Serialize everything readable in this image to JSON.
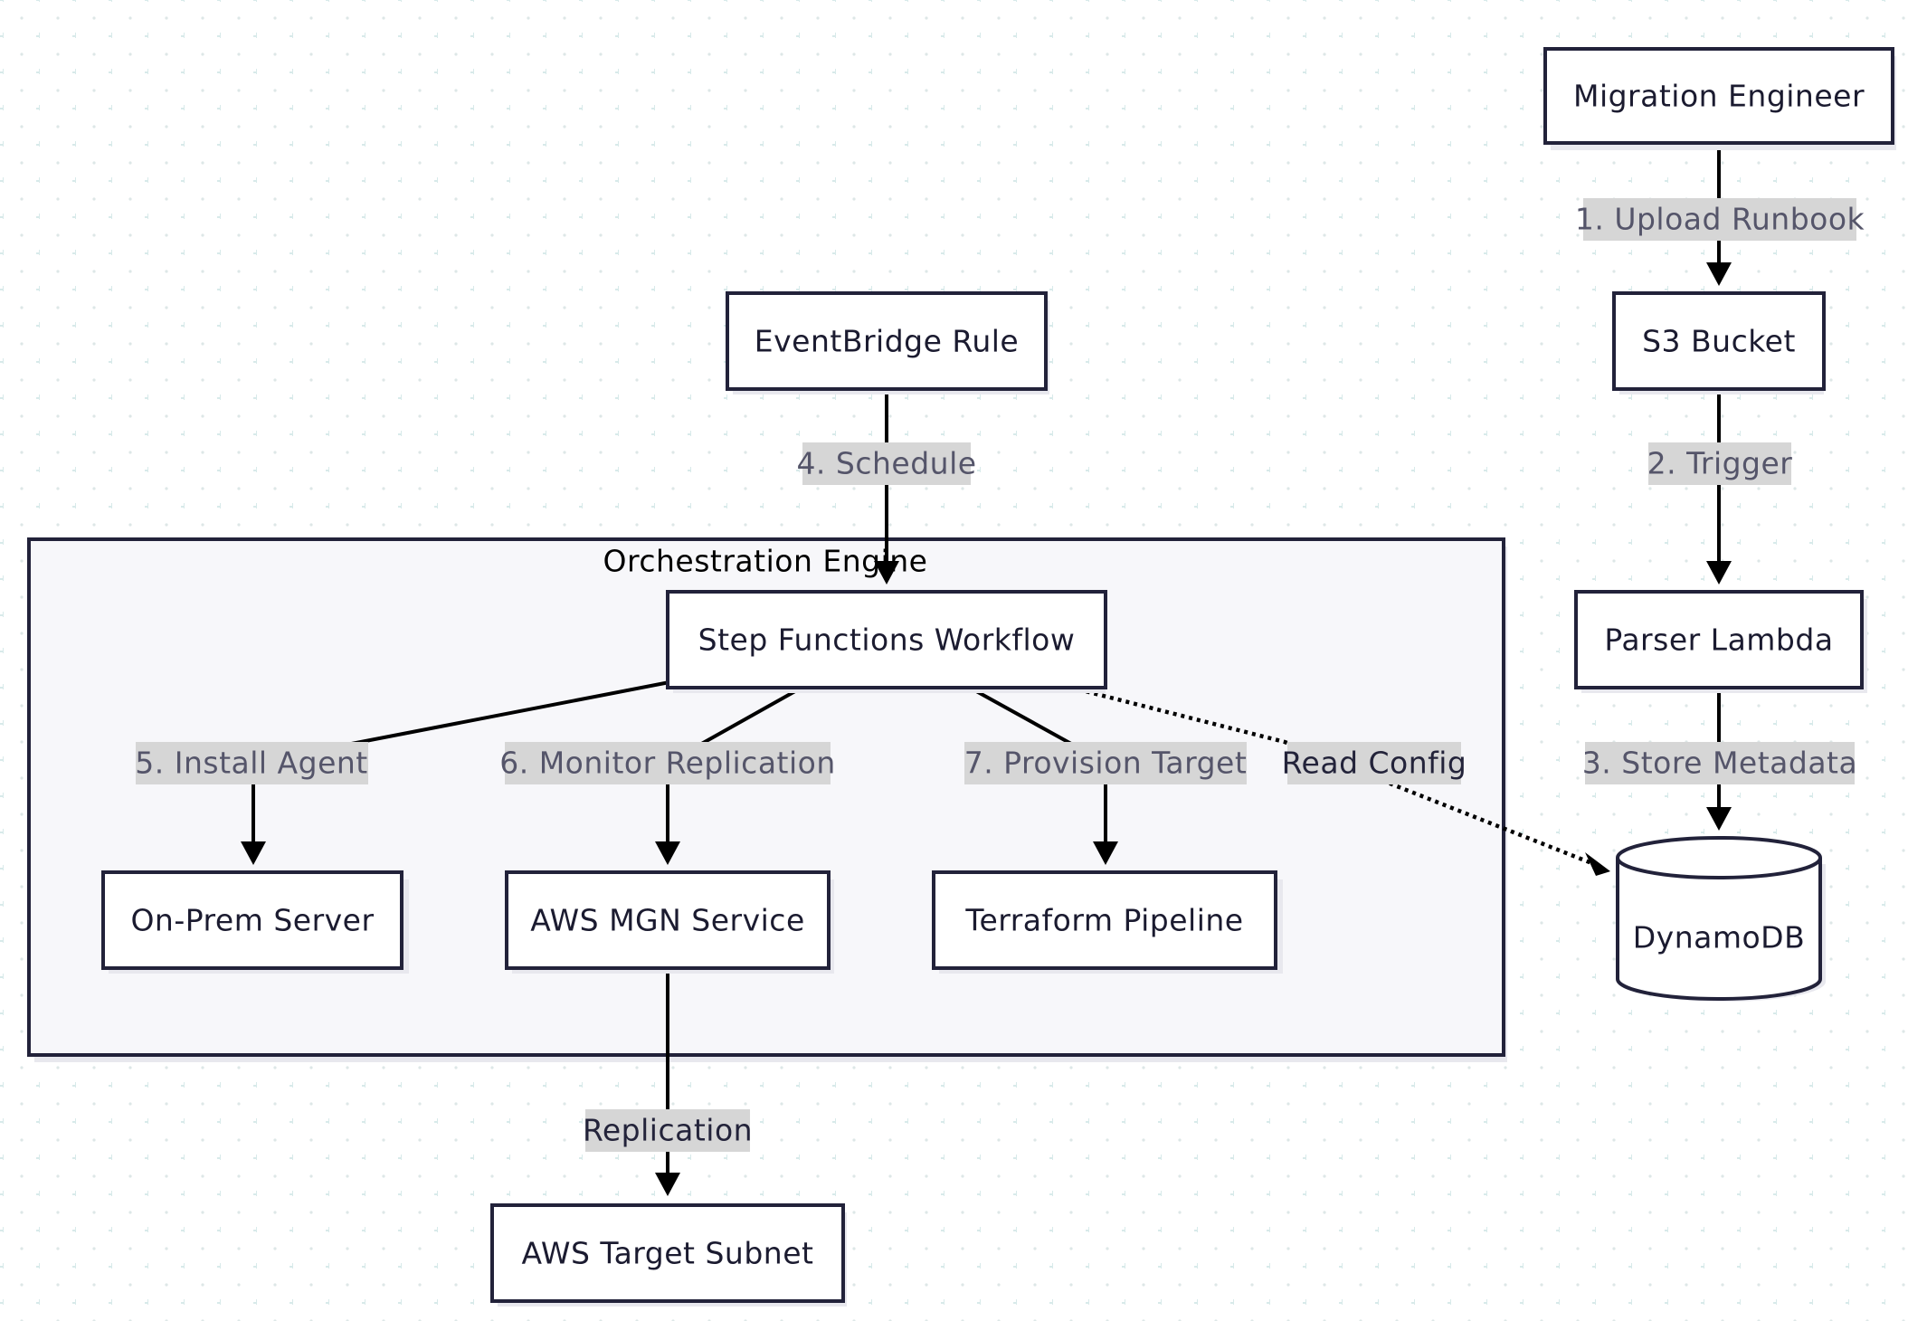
{
  "diagram": {
    "cluster": {
      "title": "Orchestration Engine"
    },
    "nodes": {
      "migration_engineer": "Migration Engineer",
      "s3_bucket": "S3 Bucket",
      "eventbridge_rule": "EventBridge Rule",
      "parser_lambda": "Parser Lambda",
      "step_functions": "Step Functions Workflow",
      "dynamodb": "DynamoDB",
      "on_prem_server": "On-Prem Server",
      "aws_mgn_service": "AWS MGN Service",
      "terraform_pipeline": "Terraform Pipeline",
      "aws_target_subnet": "AWS Target Subnet"
    },
    "edges": {
      "upload_runbook": "1. Upload Runbook",
      "trigger": "2. Trigger",
      "store_metadata": "3. Store Metadata",
      "schedule": "4. Schedule",
      "install_agent": "5. Install Agent",
      "monitor_replication": "6. Monitor Replication",
      "provision_target": "7. Provision Target",
      "read_config": "Read Config",
      "replication": "Replication"
    }
  }
}
